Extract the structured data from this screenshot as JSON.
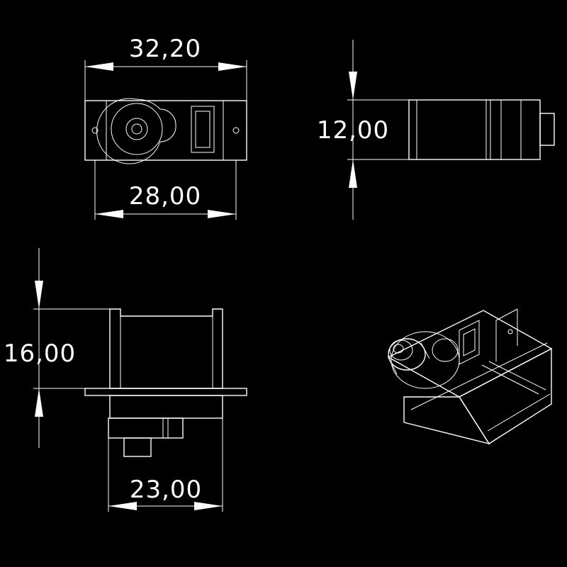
{
  "drawing": {
    "background": "#000000",
    "line_color": "#ffffff",
    "dimensions": {
      "top_width_overall": "32,20",
      "top_width_mounting": "28,00",
      "side_height": "12,00",
      "front_height": "16,00",
      "front_width": "23,00"
    }
  }
}
